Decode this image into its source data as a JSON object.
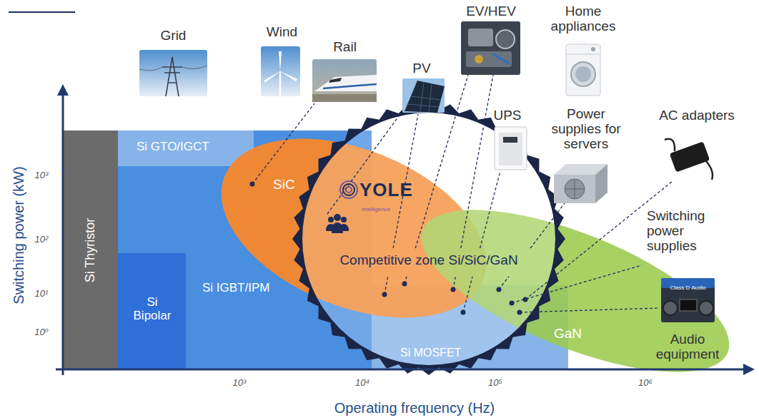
{
  "diagram": {
    "nodes": [
      {
        "text": [
          "Si Thyristor"
        ]
      },
      {
        "text": [
          "Si IGBT/IPM"
        ]
      },
      {
        "text": [
          "Si GTO/IGCT"
        ],
        "in": 1
      },
      {
        "text": [
          "Si Bipolar"
        ],
        "in": 1
      },
      {
        "text": [
          "Si MOSFET"
        ]
      },
      {
        "text": [
          "SiC"
        ]
      },
      {
        "text": [
          "GaN"
        ]
      },
      {
        "text": [
          "Competitive zone Si/SiC/GaN"
        ]
      }
    ],
    "labels": [
      "Grid",
      "Wind",
      "Rail",
      "PV",
      "EV/HEV",
      "Home appliances",
      "UPS",
      "Power supplies for servers",
      "AC adapters",
      "Switching power supplies",
      "Audio equipment",
      "YOLE",
      "intelligence",
      "Class D Audio",
      "Switching power (kW)",
      "Operating frequency (Hz)",
      "10³",
      "10²",
      "10¹",
      "10⁰",
      "10³",
      "10⁴",
      "10⁵",
      "10⁶"
    ]
  }
}
